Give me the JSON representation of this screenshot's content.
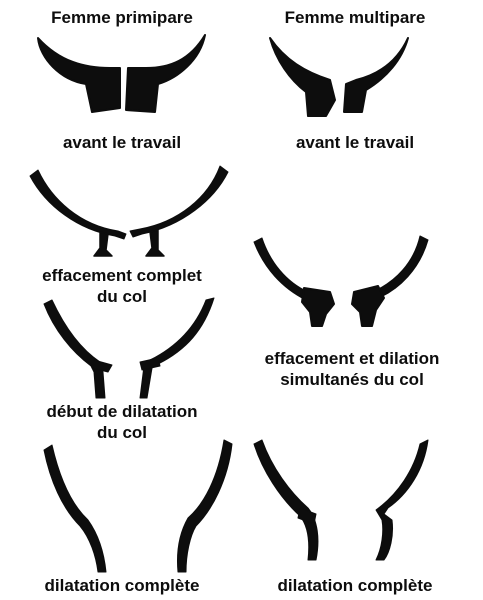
{
  "columns": {
    "left": {
      "title": "Femme primipare"
    },
    "right": {
      "title": "Femme multipare"
    }
  },
  "stages": {
    "left": [
      {
        "caption": "avant le travail"
      },
      {
        "caption_line1": "effacement complet",
        "caption_line2": "du col"
      },
      {
        "caption_line1": "début de dilatation",
        "caption_line2": "du col"
      },
      {
        "caption": "dilatation complète"
      }
    ],
    "right": [
      {
        "caption": "avant le travail"
      },
      {
        "caption_line1": "effacement et dilation",
        "caption_line2": "simultanés du col"
      },
      {
        "caption": "dilatation complète"
      }
    ]
  },
  "colors": {
    "ink": "#0d0d0d",
    "background": "#ffffff"
  }
}
